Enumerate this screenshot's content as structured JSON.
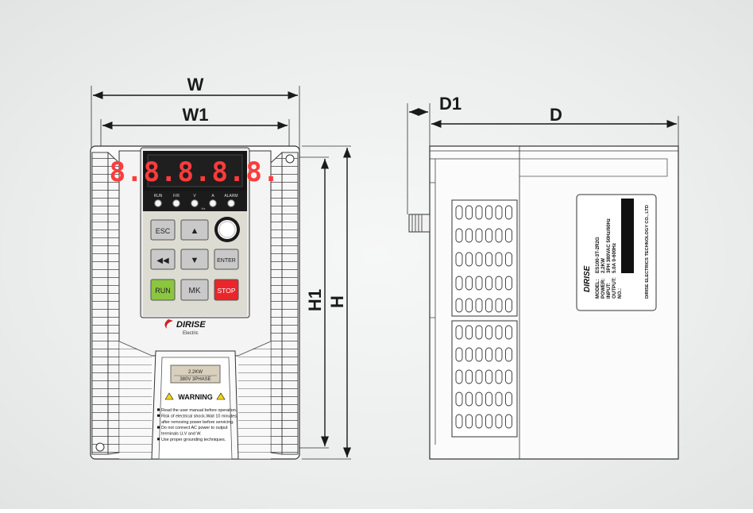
{
  "dimensions": {
    "width": "W",
    "width_inner": "W1",
    "height": "H",
    "height_inner": "H1",
    "depth": "D",
    "depth_offset": "D1"
  },
  "display": {
    "readout": "8.8.8.8.8.",
    "color": "#ff2f2f"
  },
  "indicators": [
    "RUN",
    "F/R",
    "V",
    "A",
    "ALARM"
  ],
  "indicator_group_label": "Hz",
  "keys": {
    "esc": "ESC",
    "up": "▲",
    "rev": "◀◀",
    "down": "▼",
    "enter": "ENTER",
    "run": "RUN",
    "mk": "MK",
    "stop": "STOP"
  },
  "key_colors": {
    "run": "#8cc63f",
    "stop": "#e8262b",
    "neutral": "#c9c9c9"
  },
  "brand": {
    "name": "DIRISE",
    "subtitle": "Electric"
  },
  "rating_plate": {
    "power": "2.2KW",
    "phase": "380V 3PHASE"
  },
  "warning": {
    "title": "WARNING",
    "lines": [
      "Read the user manual before operation.",
      "Risk of electrical shock.Wait 10 minutes",
      "after removing power before servicing.",
      "Do not connect AC power to output",
      "terminals U,V and W.",
      "Use proper grounding techniques."
    ]
  },
  "nameplate": {
    "brand": "DIRISE",
    "model_label": "MODEL:",
    "model": "ES100-3T-2R2G",
    "power_label": "POWER:",
    "power": "2.2KW",
    "input_label": "INPUT:",
    "input": "3PH 380VAC 50Hz/60Hz",
    "output_label": "OUTPUT:",
    "output": "5.0A 0-600Hz",
    "no_label": "NO.:",
    "company": "DIRISE ELECTRICS TECHNOLOGY CO., LTD"
  }
}
